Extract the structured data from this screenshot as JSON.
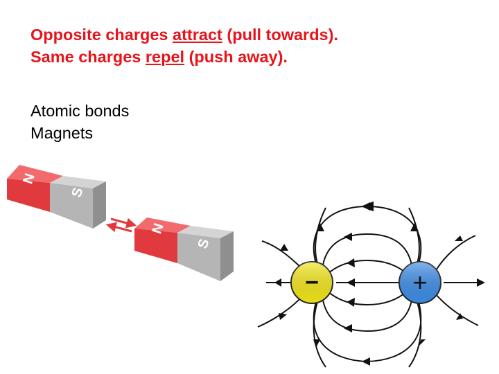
{
  "heading": {
    "line1": {
      "prefix": "Opposite charges ",
      "emph": "attract",
      "suffix": " (pull towards)."
    },
    "line2": {
      "prefix": "Same charges ",
      "emph": "repel",
      "suffix": " (push away)."
    }
  },
  "examples": [
    "Atomic bonds",
    "Magnets"
  ],
  "magnets": {
    "north_label": "N",
    "south_label": "S",
    "north_color": "#e03a3e",
    "south_color": "#b5b5b5"
  },
  "charges": {
    "negative_symbol": "−",
    "positive_symbol": "+",
    "negative_color": "#f5e81a",
    "positive_color": "#3f8ee8"
  },
  "colors": {
    "heading_text": "#e8131b",
    "body_text": "#000000",
    "field_lines": "#111111"
  }
}
